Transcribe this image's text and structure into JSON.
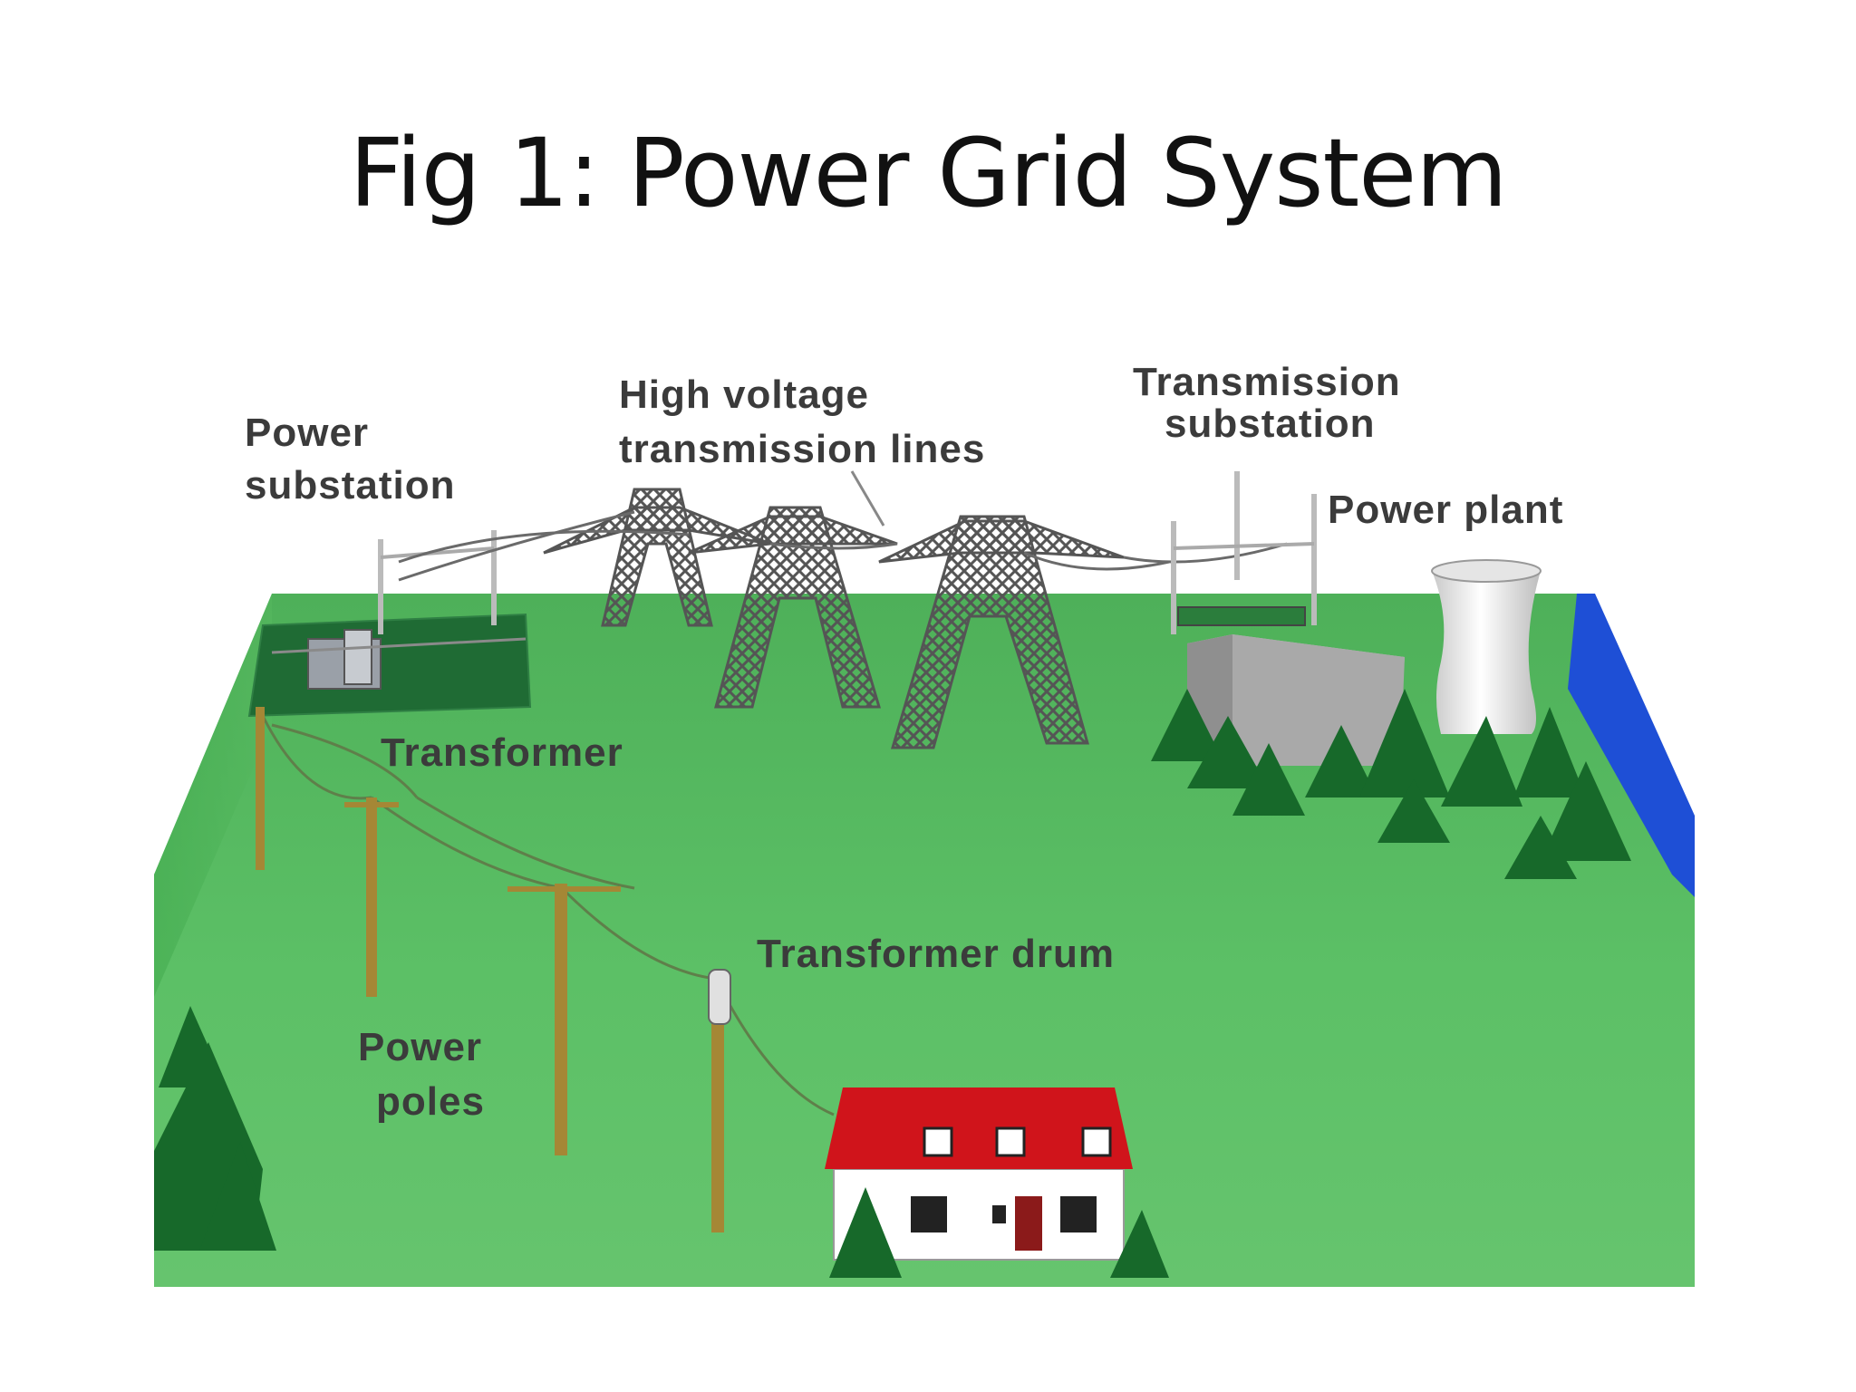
{
  "title": "Fig 1: Power Grid System",
  "labels": {
    "power_substation_1": "Power",
    "power_substation_2": "substation",
    "high_voltage_1": "High voltage",
    "high_voltage_2": "transmission lines",
    "transmission_substation_1": "Transmission",
    "transmission_substation_2": "substation",
    "power_plant": "Power plant",
    "transformer": "Transformer",
    "transformer_drum": "Transformer drum",
    "power_poles_1": "Power",
    "power_poles_2": "poles"
  },
  "colors": {
    "ground_light": "#5bbf62",
    "ground_dark": "#2f9a3c",
    "trees": "#17692a",
    "river": "#1e4fd6",
    "roof": "#d0141b",
    "house_wall": "#ffffff",
    "pole": "#a58735",
    "tower": "#5a5a5a",
    "label_text": "#3b3b3b"
  }
}
